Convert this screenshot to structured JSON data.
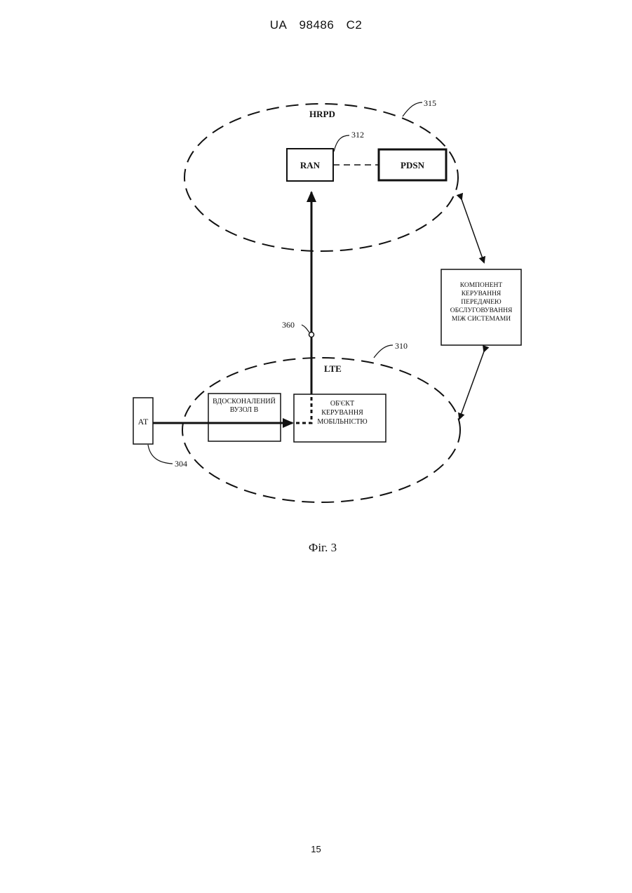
{
  "header": {
    "country": "UA",
    "number": "98486",
    "kind": "C2"
  },
  "diagram": {
    "networks": {
      "hrpd": {
        "label": "HRPD",
        "ref": "315"
      },
      "lte": {
        "label": "LTE",
        "ref": "310"
      }
    },
    "nodes": {
      "ran": {
        "label": "RAN",
        "ref": "312"
      },
      "pdsn": {
        "label": "PDSN"
      },
      "at": {
        "label": "AT",
        "ref": "304"
      },
      "enodeb": {
        "lines": [
          "ВДОСКОНАЛЕНИЙ",
          "ВУЗОЛ В"
        ]
      },
      "mme": {
        "lines": [
          "ОБ'ЄКТ",
          "КЕРУВАННЯ",
          "МОБІЛЬНІСТЮ"
        ]
      },
      "handoff": {
        "lines": [
          "КОМПОНЕНТ",
          "КЕРУВАННЯ",
          "ПЕРЕДАЧЕЮ",
          "ОБСЛУГОВУВАННЯ",
          "МІЖ СИСТЕМАМИ"
        ]
      }
    },
    "tunnel": {
      "ref": "360"
    },
    "caption": "Фіг. 3"
  },
  "page_number": "15"
}
